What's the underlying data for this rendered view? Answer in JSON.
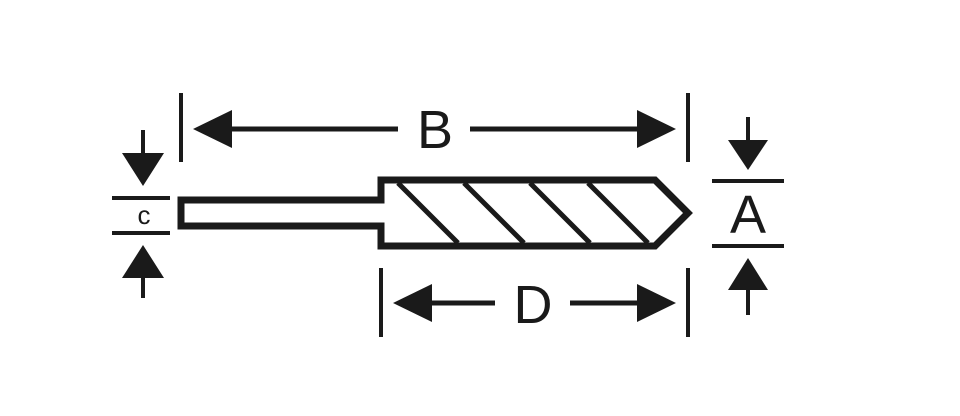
{
  "diagram": {
    "labels": {
      "overall_length": "B",
      "flute_length": "D",
      "body_diameter": "A",
      "shank_diameter": "c"
    },
    "colors": {
      "ink": "#1a1a1a",
      "background": "#ffffff"
    }
  }
}
